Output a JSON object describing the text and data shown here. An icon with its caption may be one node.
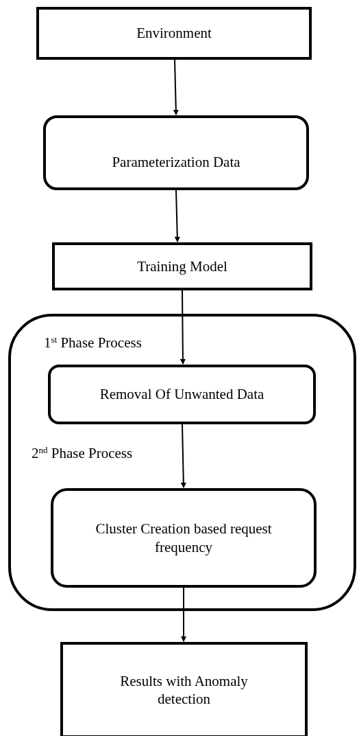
{
  "diagram": {
    "nodes": [
      {
        "text": [
          "Environment"
        ]
      },
      {
        "text": [
          "Parameterization Data"
        ]
      },
      {
        "text": [
          "Training Model"
        ]
      },
      {
        "text": [],
        "shape": "box"
      },
      {
        "text": [
          "Removal Of Unwanted Data"
        ],
        "in": 3
      },
      {
        "text": [
          "Cluster Creation based request frequency"
        ],
        "in": 3
      },
      {
        "text": [
          "Results with Anomaly detection"
        ]
      }
    ],
    "edges": [
      {
        "from": 0,
        "to": 1,
        "arrow": "to"
      },
      {
        "from": 1,
        "to": 2,
        "arrow": "to"
      },
      {
        "from": 2,
        "to": 4,
        "arrow": "to"
      },
      {
        "from": 4,
        "to": 5,
        "arrow": "to"
      },
      {
        "from": 5,
        "to": 6,
        "arrow": "to"
      }
    ],
    "labels": [
      "1$^{st}$ Phase Process",
      "2$^{nd}$ Phase Process"
    ]
  }
}
